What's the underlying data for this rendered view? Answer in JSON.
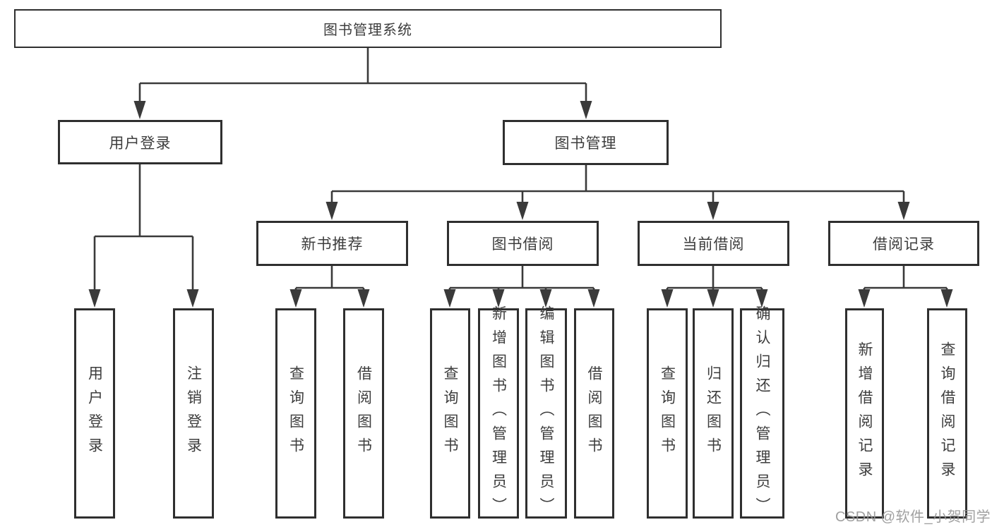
{
  "diagram_title": "图书管理系统",
  "watermark": "CSDN @软件_小贺同学",
  "colors": {
    "background": "#ffffff",
    "line": "#3a3a3a",
    "box_border": "#2f2f2f",
    "text": "#3d3d3d",
    "watermark_text": "#969696"
  },
  "tree": {
    "root": {
      "label": "图书管理系统"
    },
    "level1": [
      {
        "label": "用户登录"
      },
      {
        "label": "图书管理"
      }
    ],
    "level2": [
      {
        "label": "新书推荐"
      },
      {
        "label": "图书借阅"
      },
      {
        "label": "当前借阅"
      },
      {
        "label": "借阅记录"
      }
    ],
    "leaves": {
      "user_login": [
        "用户登录",
        "注销登录"
      ],
      "new_book_recommend": [
        "查询图书",
        "借阅图书"
      ],
      "book_borrow": [
        "查询图书",
        "新增图书（管理员）",
        "编辑图书（管理员）",
        "借阅图书"
      ],
      "current_borrow": [
        "查询图书",
        "归还图书",
        "确认归还（管理员）"
      ],
      "borrow_records": [
        "新增借阅记录",
        "查询借阅记录"
      ]
    }
  }
}
